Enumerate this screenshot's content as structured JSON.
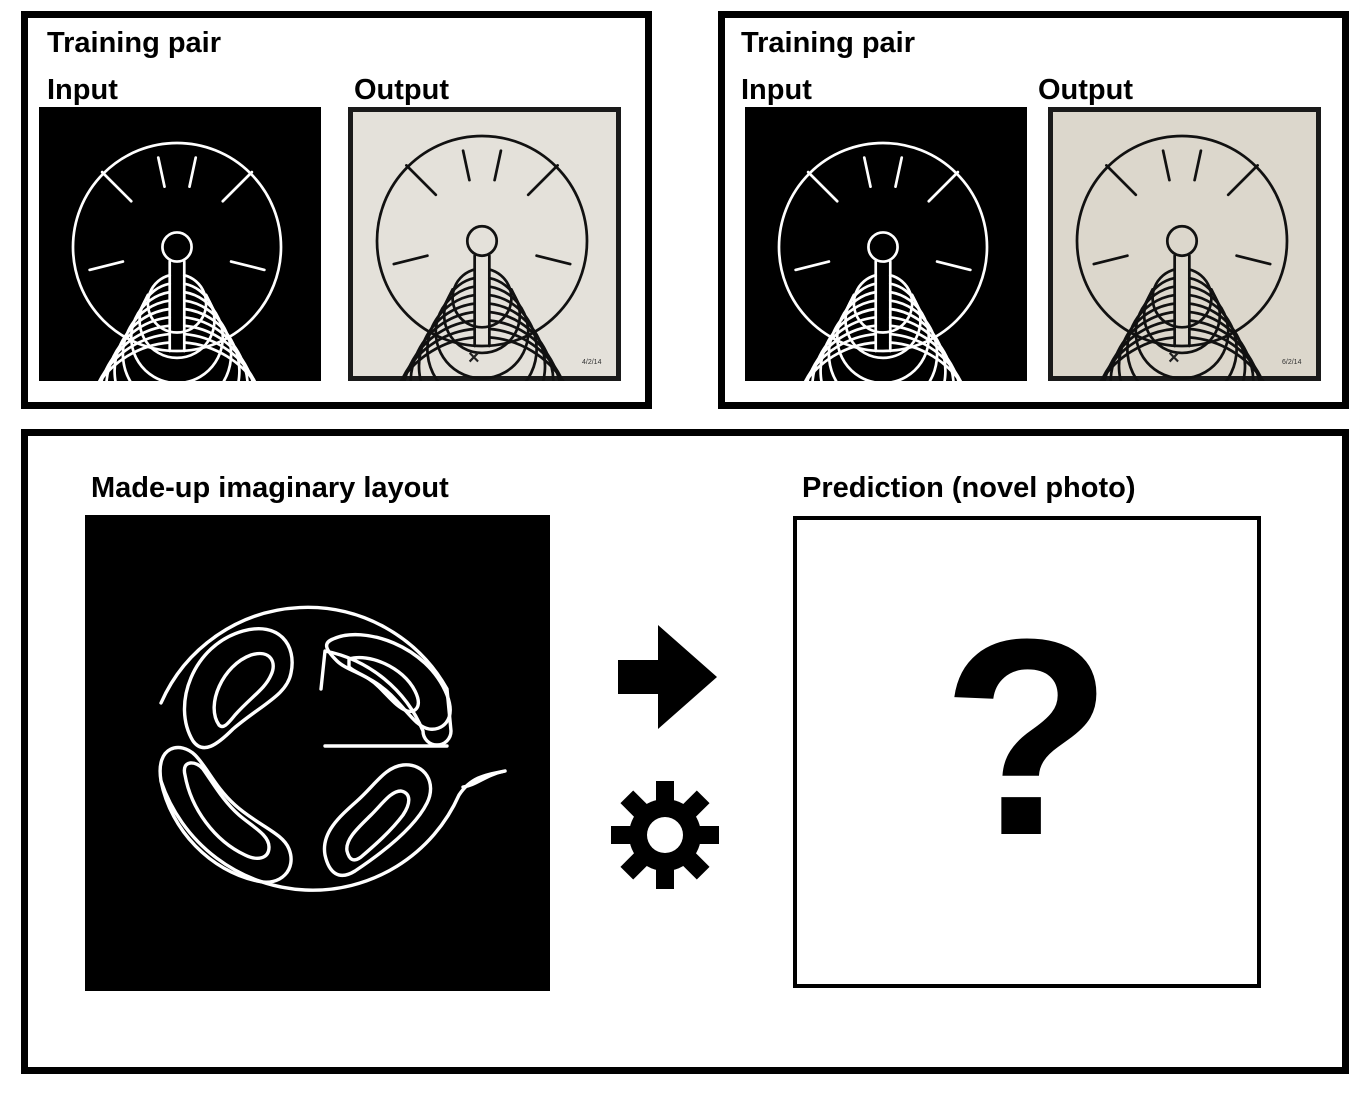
{
  "pairs": [
    {
      "title": "Training pair",
      "input_label": "Input",
      "output_label": "Output",
      "output_mark": "×",
      "output_sig": "4/2/14"
    },
    {
      "title": "Training pair",
      "input_label": "Input",
      "output_label": "Output",
      "output_mark": "×",
      "output_sig": "6/2/14"
    }
  ],
  "query": {
    "input_title": "Made-up imaginary layout",
    "prediction_title": "Prediction (novel photo)",
    "prediction_symbol": "?"
  },
  "icons": [
    "arrow-right-icon",
    "gear-icon"
  ]
}
